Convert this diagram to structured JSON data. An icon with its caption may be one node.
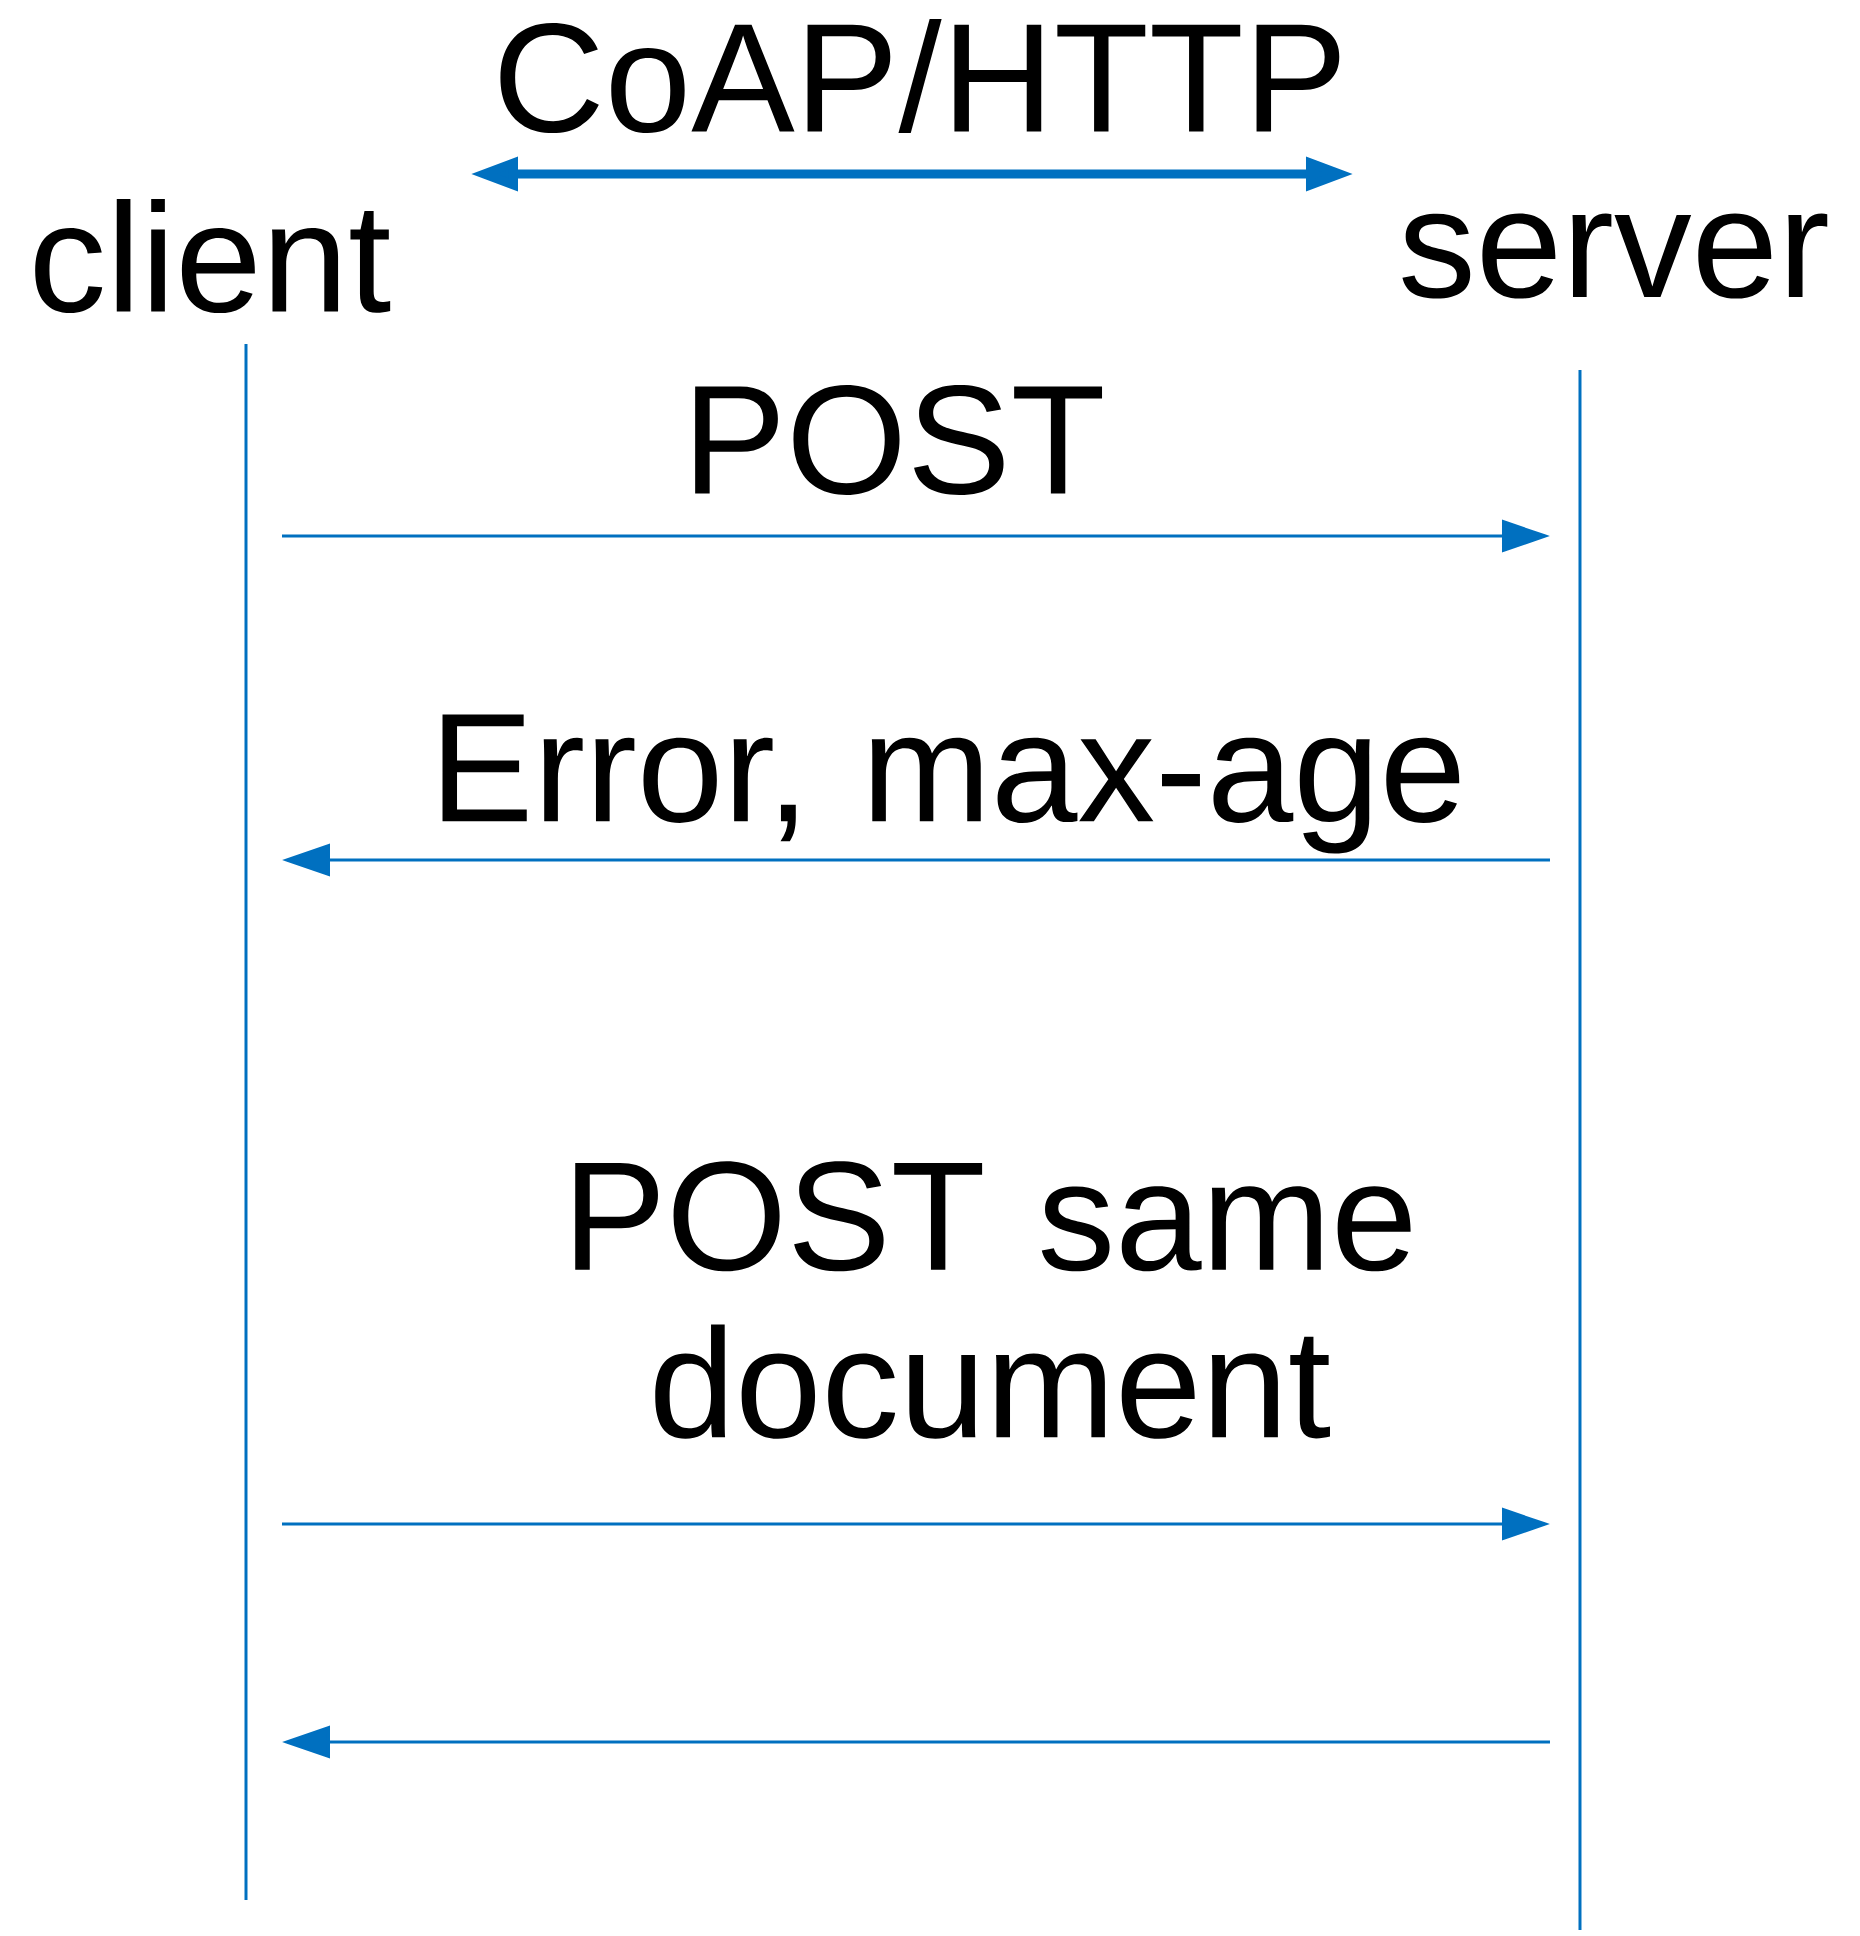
{
  "diagram": {
    "nodes": [
      {
        "text": [
          "client"
        ]
      },
      {
        "text": [
          "server"
        ]
      }
    ],
    "edges": [
      {
        "from": 0,
        "to": 1,
        "arrow": "both",
        "label": "CoAP/HTTP",
        "style": "thick"
      },
      {
        "from": 0,
        "to": 1,
        "arrow": "to",
        "label": "POST"
      },
      {
        "from": 1,
        "to": 0,
        "arrow": "to",
        "label": "Error, max-age"
      },
      {
        "from": 0,
        "to": 1,
        "arrow": "to",
        "label": "POST same document"
      },
      {
        "from": 1,
        "to": 0,
        "arrow": "to"
      }
    ]
  }
}
